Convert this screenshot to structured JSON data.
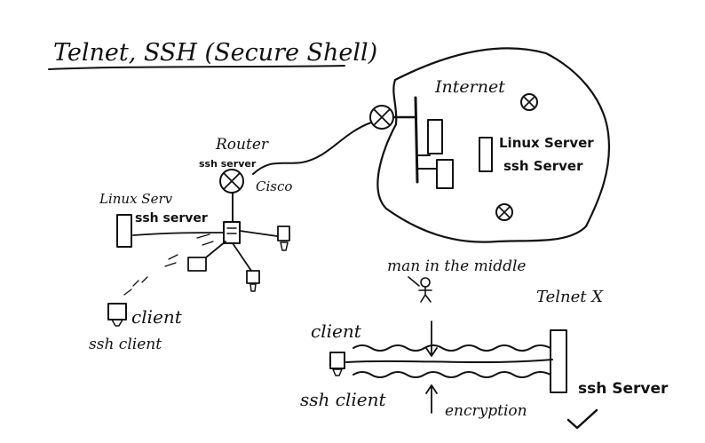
{
  "title": "Telnet, SSH (Secure Shell)",
  "internet": {
    "label": "Internet",
    "linux_server": "Linux Server",
    "ssh_server": "ssh Server"
  },
  "router": {
    "label": "Router",
    "ssh_server": "ssh server",
    "vendor": "Cisco"
  },
  "lan": {
    "linux_server": "Linux Serv",
    "ssh_server": "ssh server",
    "client": "client",
    "ssh_client": "ssh client"
  },
  "attack": {
    "mitm": "man in the middle",
    "telnet": "Telnet X"
  },
  "tunnel": {
    "client": "client",
    "ssh_client": "ssh client",
    "encryption": "encryption",
    "ssh_server": "ssh Server"
  }
}
